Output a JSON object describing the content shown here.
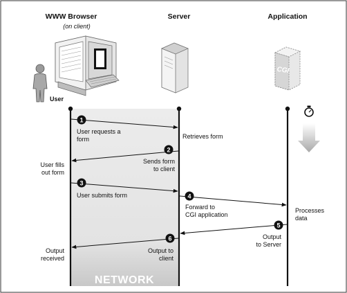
{
  "headers": {
    "browser": "WWW Browser",
    "browser_sub": "(on client)",
    "server": "Server",
    "application": "Application"
  },
  "user_label": "User",
  "cgi_label": "CGI",
  "network_label": "NETWORK",
  "steps": {
    "s1": {
      "num": "1",
      "line1": "User requests a",
      "line2": "form"
    },
    "s2": {
      "num": "2",
      "line1": "Sends form",
      "line2": "to client"
    },
    "s3": {
      "num": "3",
      "line1": "User submits form"
    },
    "s4": {
      "num": "4",
      "line1": "Forward to",
      "line2": "CGI application"
    },
    "s5": {
      "num": "5",
      "line1": "Output",
      "line2": "to Server"
    },
    "s6": {
      "num": "6",
      "line1": "Output to",
      "line2": "client"
    }
  },
  "side_labels": {
    "retrieves": "Retrieves form",
    "user_fills_1": "User fills",
    "user_fills_2": "out form",
    "processes_1": "Processes",
    "processes_2": "data",
    "output_received_1": "Output",
    "output_received_2": "received"
  },
  "colors": {
    "network_band": "#e6e6e6",
    "network_bottom": "#cfcfcf",
    "line": "#111111",
    "arrow_gray": "#bdbdbd"
  },
  "icons": [
    "user-figure-icon",
    "computer-icon",
    "server-tower-icon",
    "cgi-box-icon",
    "stopwatch-icon",
    "down-arrow-icon"
  ]
}
